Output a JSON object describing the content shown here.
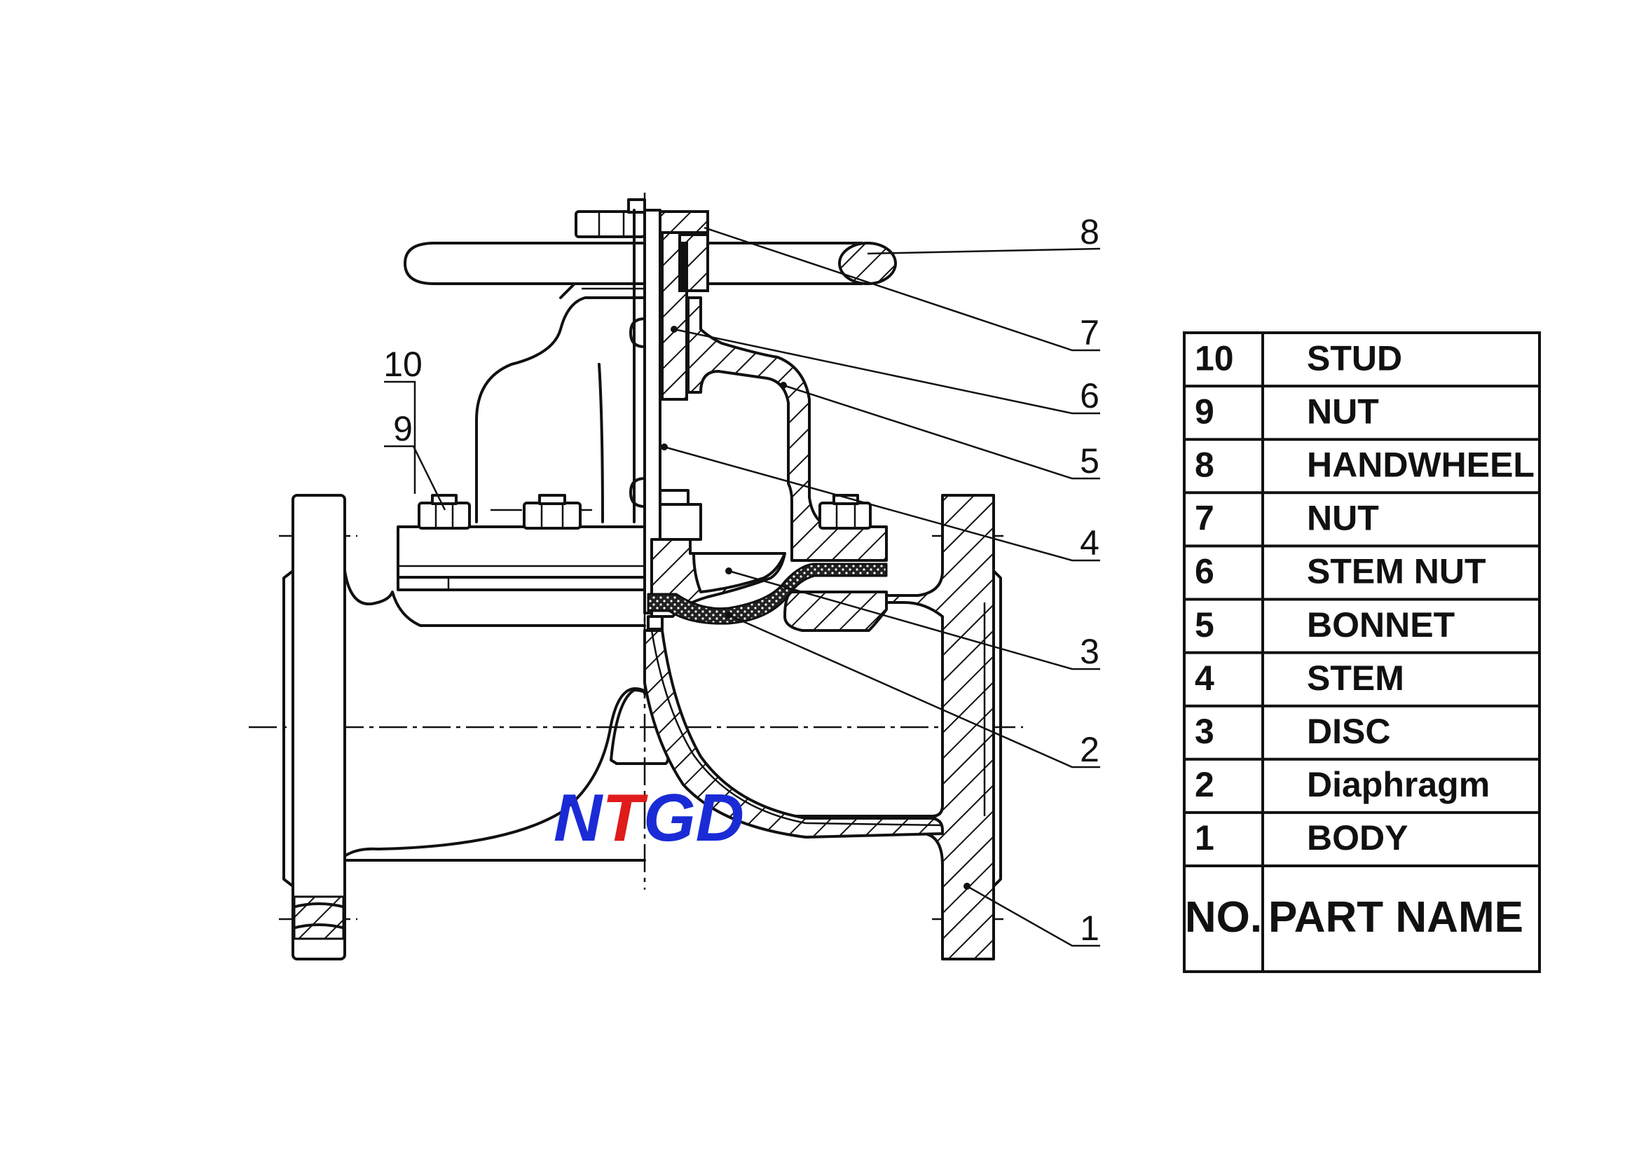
{
  "logo": {
    "text": "NTGD",
    "primary_color": "#1a2bd6",
    "accent_color": "#e01b1b"
  },
  "callouts": [
    "1",
    "2",
    "3",
    "4",
    "5",
    "6",
    "7",
    "8",
    "9",
    "10"
  ],
  "parts_table": {
    "header_no": "NO.",
    "header_name": "PART NAME",
    "rows": [
      {
        "no": "10",
        "name": "STUD"
      },
      {
        "no": "9",
        "name": "NUT"
      },
      {
        "no": "8",
        "name": "HANDWHEEL"
      },
      {
        "no": "7",
        "name": "NUT"
      },
      {
        "no": "6",
        "name": "STEM NUT"
      },
      {
        "no": "5",
        "name": "BONNET"
      },
      {
        "no": "4",
        "name": "STEM"
      },
      {
        "no": "3",
        "name": "DISC"
      },
      {
        "no": "2",
        "name": "Diaphragm"
      },
      {
        "no": "1",
        "name": "BODY"
      }
    ]
  }
}
